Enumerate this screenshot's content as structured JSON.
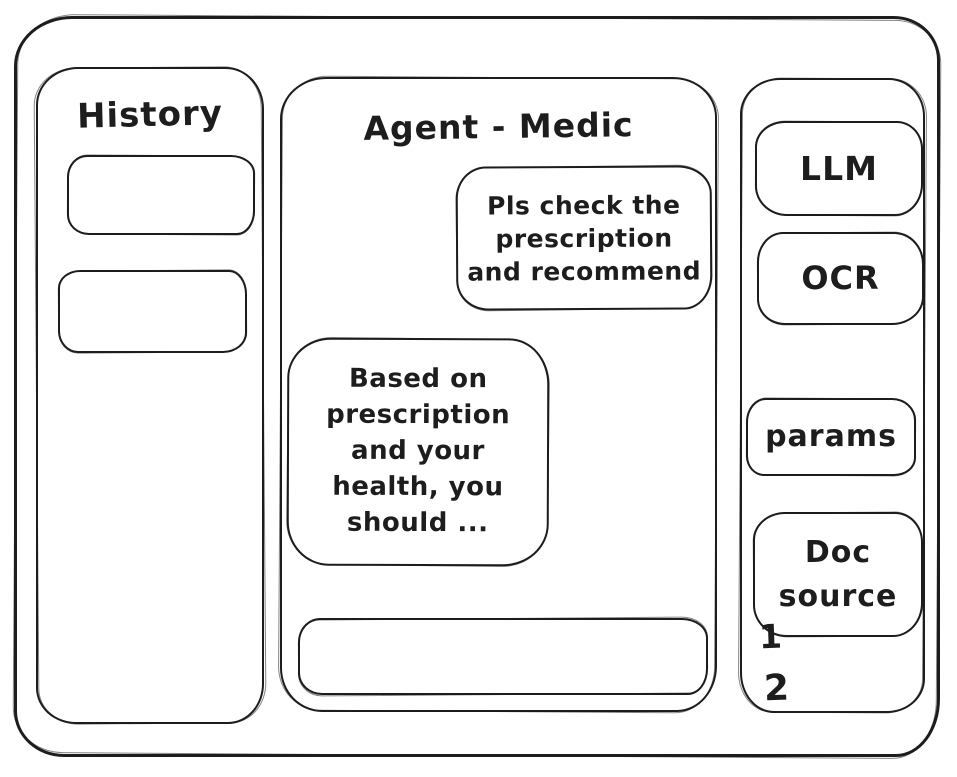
{
  "window": {
    "background": "#ffffff",
    "stroke_color": "#1d1d1d"
  },
  "history_panel": {
    "title": "History",
    "items": [
      {
        "label": ""
      },
      {
        "label": ""
      }
    ]
  },
  "chat_panel": {
    "title": "Agent - Medic",
    "messages": [
      {
        "role": "user",
        "text": "Pls check the\nprescription\nand recommend"
      },
      {
        "role": "assistant",
        "text": "Based on\nprescription\nand your\nhealth, you\nshould ..."
      }
    ],
    "input": {
      "value": "",
      "placeholder": ""
    }
  },
  "tools_panel": {
    "buttons": [
      {
        "label": "LLM"
      },
      {
        "label": "OCR"
      },
      {
        "label": "params"
      },
      {
        "label": "Doc\nsource"
      }
    ],
    "annotations": [
      "1",
      "2"
    ]
  }
}
